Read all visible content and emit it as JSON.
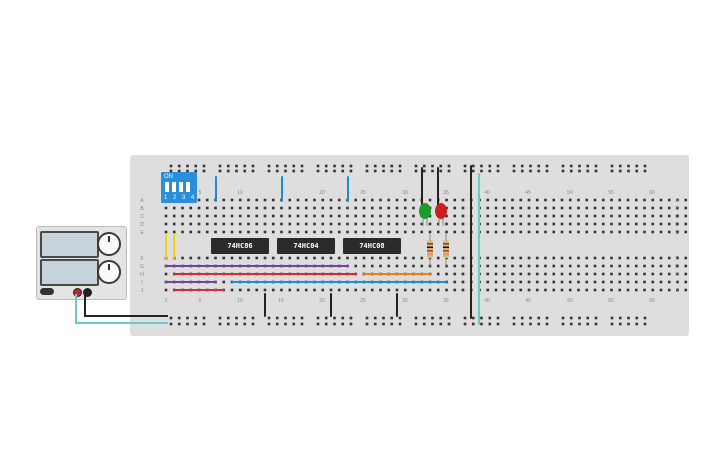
{
  "breadboard": {
    "column_labels_top": [
      "5",
      "10",
      "20",
      "25",
      "30",
      "35",
      "40",
      "45",
      "50",
      "55",
      "60"
    ],
    "column_labels_bottom": [
      "1",
      "5",
      "10",
      "15",
      "20",
      "25",
      "30",
      "35",
      "40",
      "45",
      "50",
      "55",
      "60"
    ],
    "row_labels_top": [
      "A",
      "B",
      "C",
      "D",
      "E"
    ],
    "row_labels_bottom": [
      "F",
      "G",
      "H",
      "I",
      "J"
    ]
  },
  "chips": [
    {
      "label": "74HC86"
    },
    {
      "label": "74HC04"
    },
    {
      "label": "74HC08"
    }
  ],
  "dip_switch": {
    "on_label": "ON",
    "numbers": "1 2 3 4"
  },
  "power_supply": {
    "brand": "",
    "label": "—"
  },
  "colors": {
    "board": "#dedede",
    "wire_blue": "#1a8fd0",
    "wire_red": "#d62b2b",
    "wire_purple": "#7a3da8",
    "wire_orange": "#e8821e",
    "wire_yellow": "#f2d21b",
    "wire_cyan": "#6cc7cf",
    "wire_black": "#222222",
    "led_green": "#1f9a2a",
    "led_red": "#cc1f1f"
  }
}
